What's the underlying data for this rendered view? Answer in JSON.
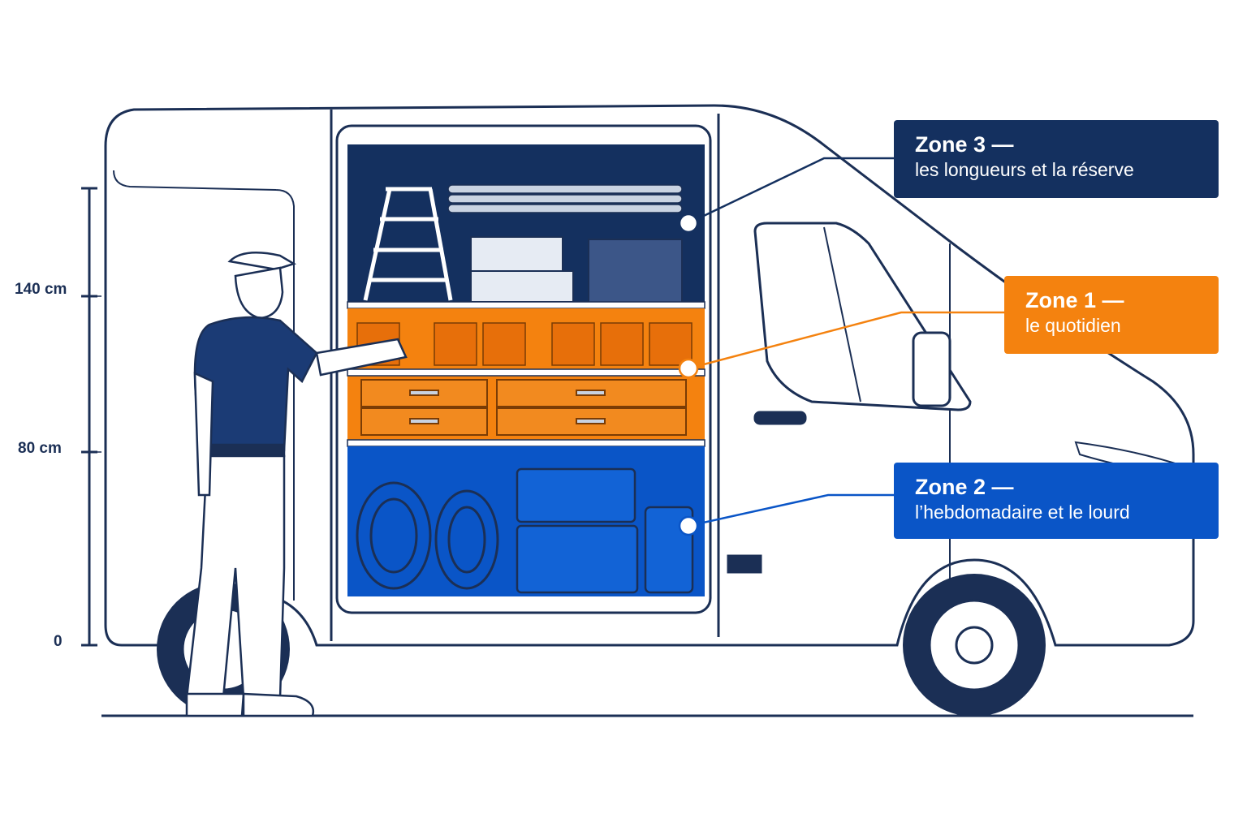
{
  "zones": {
    "zone3": {
      "title": "Zone 3 —",
      "subtitle": "les longueurs et la réserve",
      "color": "#14305f"
    },
    "zone1": {
      "title": "Zone 1 —",
      "subtitle": "le quotidien",
      "color": "#f4820f"
    },
    "zone2": {
      "title": "Zone 2 —",
      "subtitle": "l’hebdomadaire et le lourd",
      "color": "#0a55c7"
    }
  },
  "height_scale": {
    "labels": [
      "140 cm",
      "80 cm",
      "0"
    ]
  },
  "colors": {
    "outline": "#1b2f55",
    "van_body": "#ffffff"
  }
}
